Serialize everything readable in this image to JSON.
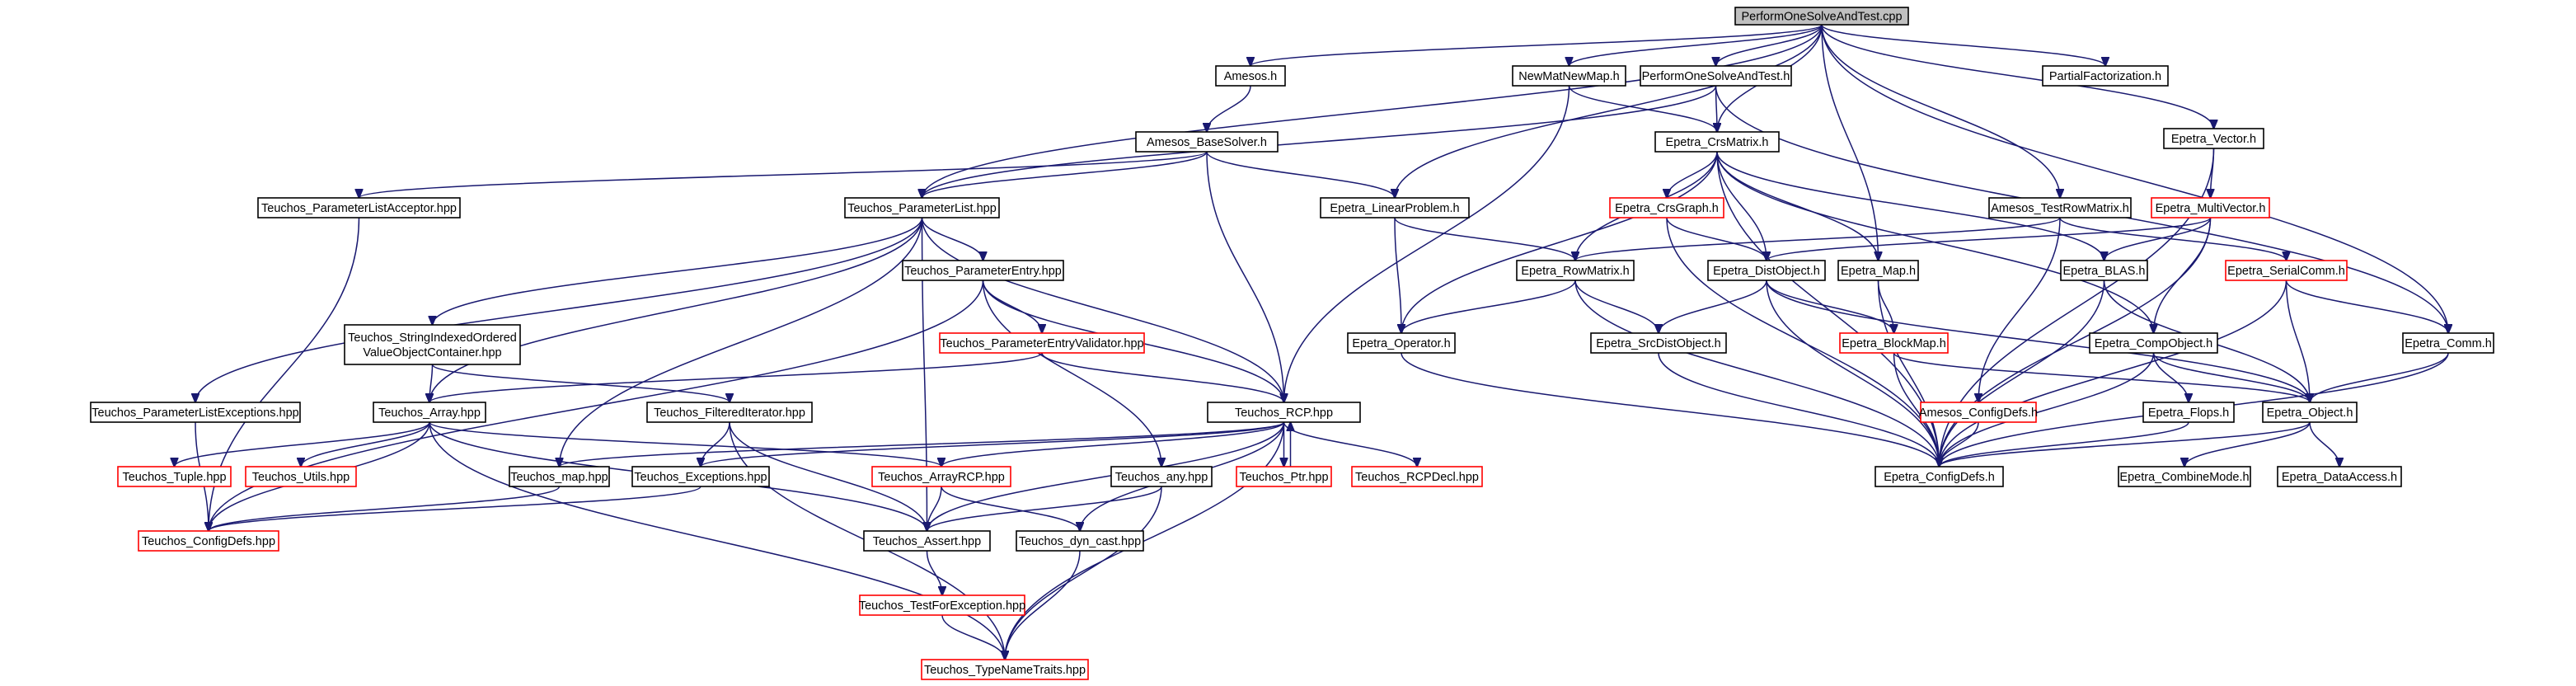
{
  "colors": {
    "edge": "#191970",
    "box_border_default": "#000000",
    "box_border_external": "#ff0000",
    "box_fill": "#ffffff",
    "root_fill": "#bfbfbf",
    "text": "#000000"
  },
  "nodes": [
    {
      "id": "root",
      "label": "PerformOneSolveAndTest.cpp",
      "style": "root"
    },
    {
      "id": "amesos_h",
      "label": "Amesos.h",
      "style": "default"
    },
    {
      "id": "newmat",
      "label": "NewMatNewMap.h",
      "style": "default"
    },
    {
      "id": "posat_h",
      "label": "PerformOneSolveAndTest.h",
      "style": "default"
    },
    {
      "id": "partial",
      "label": "PartialFactorization.h",
      "style": "default"
    },
    {
      "id": "evector",
      "label": "Epetra_Vector.h",
      "style": "default"
    },
    {
      "id": "basesolver",
      "label": "Amesos_BaseSolver.h",
      "style": "default"
    },
    {
      "id": "crsmatrix",
      "label": "Epetra_CrsMatrix.h",
      "style": "default"
    },
    {
      "id": "plistacc",
      "label": "Teuchos_ParameterListAcceptor.hpp",
      "style": "default"
    },
    {
      "id": "plist",
      "label": "Teuchos_ParameterList.hpp",
      "style": "default"
    },
    {
      "id": "linprob",
      "label": "Epetra_LinearProblem.h",
      "style": "default"
    },
    {
      "id": "crsgraph",
      "label": "Epetra_CrsGraph.h",
      "style": "external"
    },
    {
      "id": "testrow",
      "label": "Amesos_TestRowMatrix.h",
      "style": "default"
    },
    {
      "id": "multivec",
      "label": "Epetra_MultiVector.h",
      "style": "external"
    },
    {
      "id": "pentry",
      "label": "Teuchos_ParameterEntry.hpp",
      "style": "default"
    },
    {
      "id": "rowmatrix",
      "label": "Epetra_RowMatrix.h",
      "style": "default"
    },
    {
      "id": "distobj",
      "label": "Epetra_DistObject.h",
      "style": "default"
    },
    {
      "id": "emap",
      "label": "Epetra_Map.h",
      "style": "default"
    },
    {
      "id": "blas",
      "label": "Epetra_BLAS.h",
      "style": "default"
    },
    {
      "id": "serialcomm",
      "label": "Epetra_SerialComm.h",
      "style": "external"
    },
    {
      "id": "strindexed",
      "label": "Teuchos_StringIndexedOrdered\nValueObjectContainer.hpp",
      "style": "default"
    },
    {
      "id": "pevalidator",
      "label": "Teuchos_ParameterEntryValidator.hpp",
      "style": "external"
    },
    {
      "id": "eoperator",
      "label": "Epetra_Operator.h",
      "style": "default"
    },
    {
      "id": "srcdist",
      "label": "Epetra_SrcDistObject.h",
      "style": "default"
    },
    {
      "id": "blockmap",
      "label": "Epetra_BlockMap.h",
      "style": "external"
    },
    {
      "id": "compobj",
      "label": "Epetra_CompObject.h",
      "style": "default"
    },
    {
      "id": "ecomm",
      "label": "Epetra_Comm.h",
      "style": "default"
    },
    {
      "id": "plistexc",
      "label": "Teuchos_ParameterListExceptions.hpp",
      "style": "default"
    },
    {
      "id": "tarray",
      "label": "Teuchos_Array.hpp",
      "style": "default"
    },
    {
      "id": "filtered",
      "label": "Teuchos_FilteredIterator.hpp",
      "style": "default"
    },
    {
      "id": "rcp",
      "label": "Teuchos_RCP.hpp",
      "style": "default"
    },
    {
      "id": "amconfig",
      "label": "Amesos_ConfigDefs.h",
      "style": "external"
    },
    {
      "id": "flops",
      "label": "Epetra_Flops.h",
      "style": "default"
    },
    {
      "id": "eobject",
      "label": "Epetra_Object.h",
      "style": "default"
    },
    {
      "id": "ttuple",
      "label": "Teuchos_Tuple.hpp",
      "style": "external"
    },
    {
      "id": "tutils",
      "label": "Teuchos_Utils.hpp",
      "style": "external"
    },
    {
      "id": "tmap",
      "label": "Teuchos_map.hpp",
      "style": "default"
    },
    {
      "id": "texc",
      "label": "Teuchos_Exceptions.hpp",
      "style": "default"
    },
    {
      "id": "arrayrcp",
      "label": "Teuchos_ArrayRCP.hpp",
      "style": "external"
    },
    {
      "id": "tany",
      "label": "Teuchos_any.hpp",
      "style": "default"
    },
    {
      "id": "tptr",
      "label": "Teuchos_Ptr.hpp",
      "style": "external"
    },
    {
      "id": "rcpdecl",
      "label": "Teuchos_RCPDecl.hpp",
      "style": "external"
    },
    {
      "id": "econfig",
      "label": "Epetra_ConfigDefs.h",
      "style": "default"
    },
    {
      "id": "combmode",
      "label": "Epetra_CombineMode.h",
      "style": "default"
    },
    {
      "id": "dataaccess",
      "label": "Epetra_DataAccess.h",
      "style": "default"
    },
    {
      "id": "tconfig",
      "label": "Teuchos_ConfigDefs.hpp",
      "style": "external"
    },
    {
      "id": "tassert",
      "label": "Teuchos_Assert.hpp",
      "style": "default"
    },
    {
      "id": "dyncast",
      "label": "Teuchos_dyn_cast.hpp",
      "style": "default"
    },
    {
      "id": "testforexc",
      "label": "Teuchos_TestForException.hpp",
      "style": "external"
    },
    {
      "id": "typename",
      "label": "Teuchos_TypeNameTraits.hpp",
      "style": "external"
    }
  ],
  "edges": [
    [
      "root",
      "amesos_h"
    ],
    [
      "root",
      "newmat"
    ],
    [
      "root",
      "posat_h"
    ],
    [
      "root",
      "partial"
    ],
    [
      "root",
      "evector"
    ],
    [
      "root",
      "crsmatrix"
    ],
    [
      "root",
      "plist"
    ],
    [
      "root",
      "linprob"
    ],
    [
      "root",
      "testrow"
    ],
    [
      "root",
      "emap"
    ],
    [
      "root",
      "ecomm"
    ],
    [
      "amesos_h",
      "basesolver"
    ],
    [
      "newmat",
      "crsmatrix"
    ],
    [
      "newmat",
      "rcp"
    ],
    [
      "posat_h",
      "crsmatrix"
    ],
    [
      "posat_h",
      "plist"
    ],
    [
      "posat_h",
      "ecomm"
    ],
    [
      "evector",
      "multivec"
    ],
    [
      "evector",
      "econfig"
    ],
    [
      "basesolver",
      "plistacc"
    ],
    [
      "basesolver",
      "plist"
    ],
    [
      "basesolver",
      "linprob"
    ],
    [
      "basesolver",
      "rcp"
    ],
    [
      "crsmatrix",
      "crsgraph"
    ],
    [
      "crsmatrix",
      "rowmatrix"
    ],
    [
      "crsmatrix",
      "distobj"
    ],
    [
      "crsmatrix",
      "emap"
    ],
    [
      "crsmatrix",
      "blas"
    ],
    [
      "crsmatrix",
      "compobj"
    ],
    [
      "crsmatrix",
      "eoperator"
    ],
    [
      "crsmatrix",
      "econfig"
    ],
    [
      "plistacc",
      "tconfig"
    ],
    [
      "plist",
      "pentry"
    ],
    [
      "plist",
      "strindexed"
    ],
    [
      "plist",
      "plistexc"
    ],
    [
      "plist",
      "tarray"
    ],
    [
      "plist",
      "rcp"
    ],
    [
      "plist",
      "tmap"
    ],
    [
      "plist",
      "tassert"
    ],
    [
      "linprob",
      "rowmatrix"
    ],
    [
      "linprob",
      "eoperator"
    ],
    [
      "crsgraph",
      "distobj"
    ],
    [
      "crsgraph",
      "econfig"
    ],
    [
      "testrow",
      "rowmatrix"
    ],
    [
      "testrow",
      "serialcomm"
    ],
    [
      "testrow",
      "amconfig"
    ],
    [
      "multivec",
      "distobj"
    ],
    [
      "multivec",
      "blas"
    ],
    [
      "multivec",
      "compobj"
    ],
    [
      "multivec",
      "econfig"
    ],
    [
      "pentry",
      "pevalidator"
    ],
    [
      "pentry",
      "rcp"
    ],
    [
      "pentry",
      "tany"
    ],
    [
      "pentry",
      "tconfig"
    ],
    [
      "rowmatrix",
      "eoperator"
    ],
    [
      "rowmatrix",
      "srcdist"
    ],
    [
      "rowmatrix",
      "econfig"
    ],
    [
      "distobj",
      "srcdist"
    ],
    [
      "distobj",
      "blockmap"
    ],
    [
      "distobj",
      "eobject"
    ],
    [
      "distobj",
      "econfig"
    ],
    [
      "emap",
      "blockmap"
    ],
    [
      "emap",
      "econfig"
    ],
    [
      "blas",
      "eobject"
    ],
    [
      "blas",
      "econfig"
    ],
    [
      "serialcomm",
      "ecomm"
    ],
    [
      "serialcomm",
      "eobject"
    ],
    [
      "serialcomm",
      "econfig"
    ],
    [
      "strindexed",
      "tarray"
    ],
    [
      "strindexed",
      "filtered"
    ],
    [
      "pevalidator",
      "tarray"
    ],
    [
      "pevalidator",
      "rcp"
    ],
    [
      "eoperator",
      "econfig"
    ],
    [
      "srcdist",
      "econfig"
    ],
    [
      "blockmap",
      "eobject"
    ],
    [
      "blockmap",
      "econfig"
    ],
    [
      "compobj",
      "flops"
    ],
    [
      "compobj",
      "eobject"
    ],
    [
      "compobj",
      "econfig"
    ],
    [
      "ecomm",
      "eobject"
    ],
    [
      "ecomm",
      "econfig"
    ],
    [
      "plistexc",
      "tconfig"
    ],
    [
      "tarray",
      "ttuple"
    ],
    [
      "tarray",
      "tutils"
    ],
    [
      "tarray",
      "arrayrcp"
    ],
    [
      "tarray",
      "tconfig"
    ],
    [
      "tarray",
      "tassert"
    ],
    [
      "tarray",
      "typename"
    ],
    [
      "filtered",
      "texc"
    ],
    [
      "filtered",
      "tassert"
    ],
    [
      "filtered",
      "typename"
    ],
    [
      "rcp",
      "tptr"
    ],
    [
      "rcp",
      "rcpdecl"
    ],
    [
      "rcp",
      "tmap"
    ],
    [
      "rcp",
      "texc"
    ],
    [
      "rcp",
      "arrayrcp"
    ],
    [
      "rcp",
      "tassert"
    ],
    [
      "rcp",
      "dyncast"
    ],
    [
      "rcp",
      "typename"
    ],
    [
      "amconfig",
      "econfig"
    ],
    [
      "flops",
      "econfig"
    ],
    [
      "eobject",
      "combmode"
    ],
    [
      "eobject",
      "dataaccess"
    ],
    [
      "eobject",
      "econfig"
    ],
    [
      "tptr",
      "rcp"
    ],
    [
      "tmap",
      "tconfig"
    ],
    [
      "texc",
      "tconfig"
    ],
    [
      "arrayrcp",
      "tassert"
    ],
    [
      "arrayrcp",
      "dyncast"
    ],
    [
      "tany",
      "tassert"
    ],
    [
      "tany",
      "typename"
    ],
    [
      "tassert",
      "testforexc"
    ],
    [
      "dyncast",
      "typename"
    ],
    [
      "testforexc",
      "typename"
    ]
  ]
}
